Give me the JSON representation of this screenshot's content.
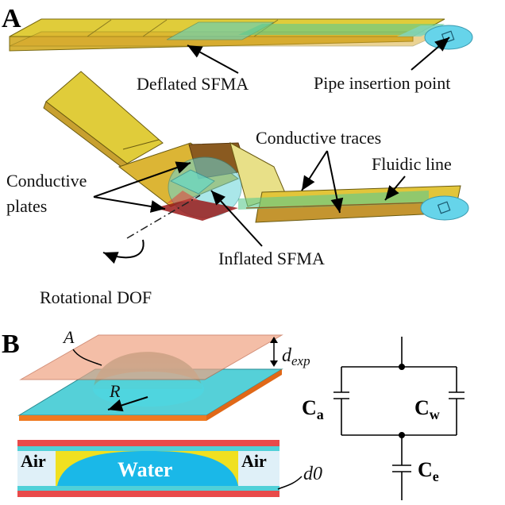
{
  "panels": {
    "a": "A",
    "b": "B"
  },
  "labels": {
    "deflated": "Deflated SFMA",
    "pipe_insertion": "Pipe insertion point",
    "conductive_traces": "Conductive traces",
    "fluidic_line": "Fluidic line",
    "conductive_plates_1": "Conductive",
    "conductive_plates_2": "plates",
    "inflated": "Inflated SFMA",
    "rotational_dof": "Rotational DOF",
    "area": "A",
    "radius": "R",
    "d_exp_d": "d",
    "d_exp_sub": "exp",
    "d0": "d0",
    "air_left": "Air",
    "air_right": "Air",
    "water": "Water",
    "ca_c": "C",
    "ca_sub": "a",
    "cw_c": "C",
    "cw_sub": "w",
    "ce_c": "C",
    "ce_sub": "e"
  },
  "colors": {
    "plate_yellow": "#d8c830",
    "plate_gold": "#d9a829",
    "fluidic_green": "#5cc990",
    "cyan": "#55d5e8",
    "salmon": "#f0a383",
    "red_layer": "#e8413a",
    "orange_layer": "#f07a20"
  }
}
